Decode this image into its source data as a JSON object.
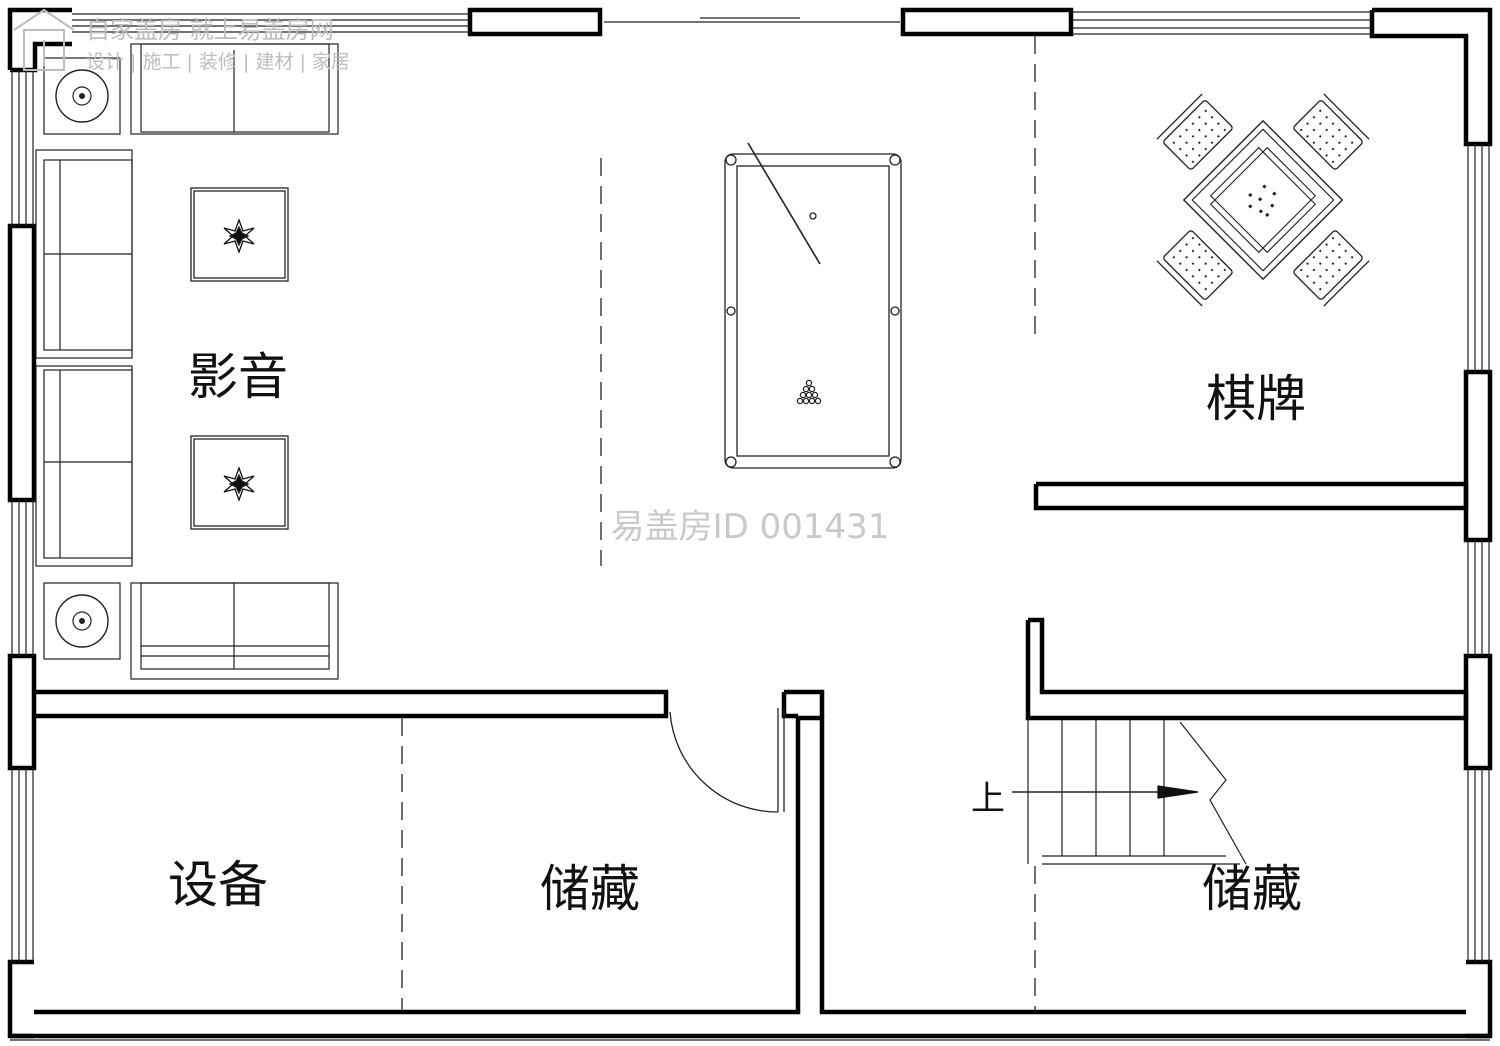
{
  "watermark": {
    "top_line": "自家盖房 就上易盖房网",
    "bottom_line": "设计 | 施工 | 装修 | 建材 | 家居",
    "center": "易盖房ID 001431"
  },
  "rooms": {
    "av_room": "影音",
    "chess_room": "棋牌",
    "equipment": "设备",
    "storage_left": "储藏",
    "storage_right": "储藏"
  },
  "stair": {
    "up_label": "上"
  },
  "colors": {
    "wall": "#000000",
    "line": "#1a1a1a",
    "watermark": "#c9c9c9",
    "background": "#ffffff"
  }
}
